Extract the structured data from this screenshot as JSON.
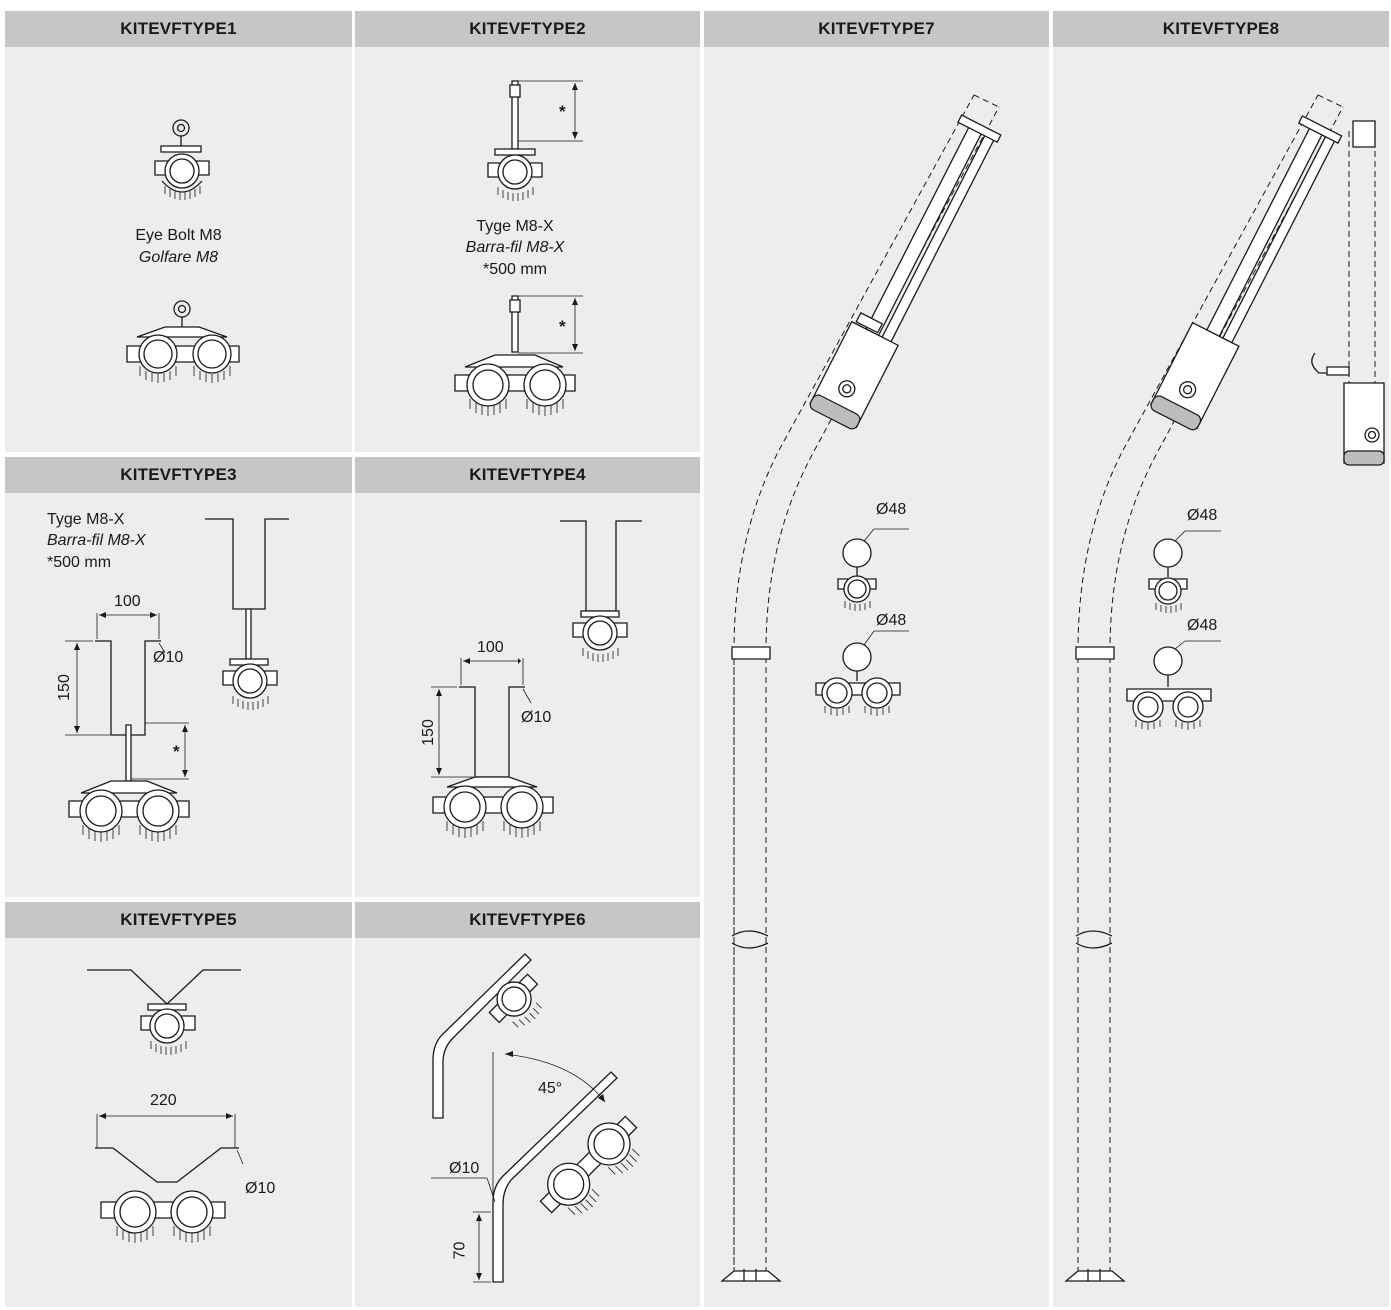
{
  "panels": [
    {
      "title": "KITEVFTYPE1",
      "caption": [
        "Eye Bolt M8",
        "Golfare M8"
      ]
    },
    {
      "title": "KITEVFTYPE2",
      "caption": [
        "Tyge M8-X",
        "Barra-fil M8-X",
        "*500 mm"
      ],
      "dim": "*"
    },
    {
      "title": "KITEVFTYPE3",
      "caption": [
        "Tyge M8-X",
        "Barra-fil M8-X",
        "*500 mm"
      ],
      "dims": {
        "width": "100",
        "height": "150",
        "dia": "Ø10",
        "rod": "*"
      }
    },
    {
      "title": "KITEVFTYPE4",
      "dims": {
        "width": "100",
        "height": "150",
        "dia": "Ø10"
      }
    },
    {
      "title": "KITEVFTYPE5",
      "dims": {
        "width": "220",
        "dia": "Ø10"
      }
    },
    {
      "title": "KITEVFTYPE6",
      "dims": {
        "angle": "45°",
        "dia": "Ø10",
        "height": "70"
      }
    },
    {
      "title": "KITEVFTYPE7",
      "dims": {
        "dia_single": "Ø48",
        "dia_double": "Ø48"
      }
    },
    {
      "title": "KITEVFTYPE8",
      "dims": {
        "dia_single": "Ø48",
        "dia_double": "Ø48"
      }
    }
  ]
}
